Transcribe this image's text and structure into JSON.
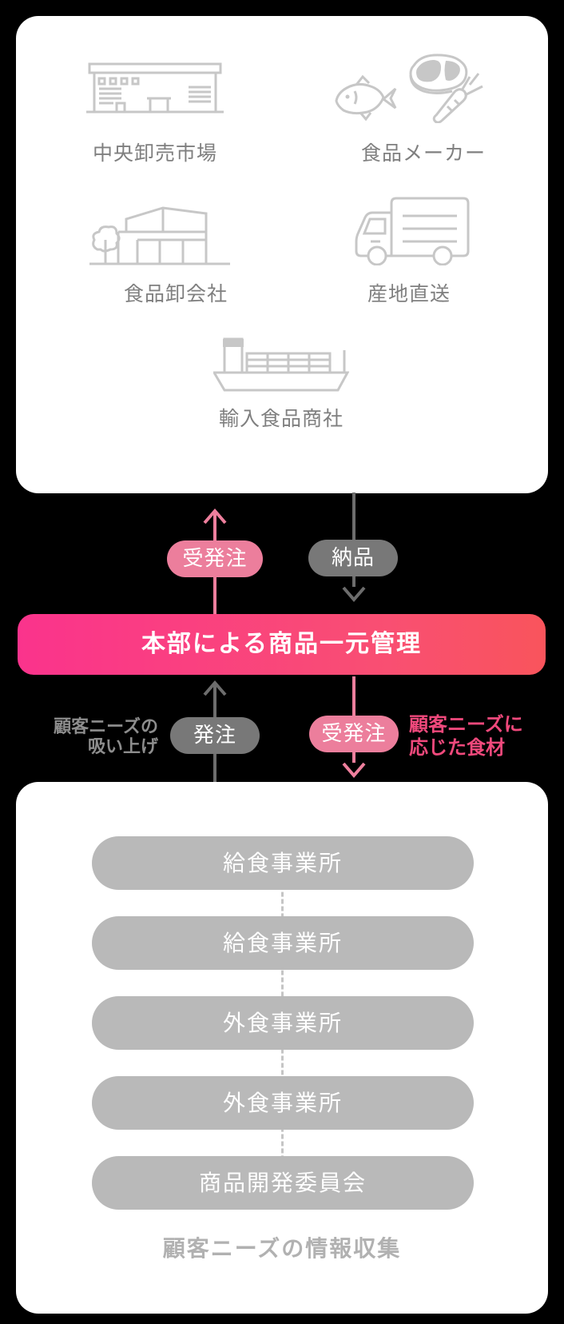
{
  "suppliers": {
    "items": [
      {
        "label": "中央卸売市場",
        "icon": "warehouse-icon"
      },
      {
        "label": "食品メーカー",
        "icon": "food-icon"
      },
      {
        "label": "食品卸会社",
        "icon": "store-icon"
      },
      {
        "label": "産地直送",
        "icon": "truck-icon"
      },
      {
        "label": "輸入食品商社",
        "icon": "ship-icon"
      }
    ]
  },
  "flow_top": {
    "order_pill": "受発注",
    "delivery_pill": "納品"
  },
  "banner": {
    "title": "本部による商品一元管理"
  },
  "flow_bottom": {
    "order_pill": "発注",
    "order_note_lines": [
      "顧客ニーズの",
      "吸い上げ"
    ],
    "receive_pill": "受発注",
    "receive_note_lines": [
      "顧客ニーズに",
      "応じた食材"
    ]
  },
  "offices": {
    "items": [
      "給食事業所",
      "給食事業所",
      "外食事業所",
      "外食事業所",
      "商品開発委員会"
    ],
    "caption": "顧客ニーズの情報収集"
  },
  "colors": {
    "background": "#000000",
    "card": "#ffffff",
    "icon_stroke": "#c7c7c7",
    "supplier_label": "#7f7f7f",
    "gray_pill": "#787878",
    "gray_arrow": "#6d6d6d",
    "pink_pill": "#ec7e9c",
    "pink_arrow": "#ee7f9d",
    "banner_gradient_left": "#fa338c",
    "banner_gradient_right": "#f9545c",
    "note_gray": "#8d8d8d",
    "note_pink": "#f0497c",
    "office_pill": "#b9b9b9",
    "caption_gray": "#b1b1b1"
  }
}
